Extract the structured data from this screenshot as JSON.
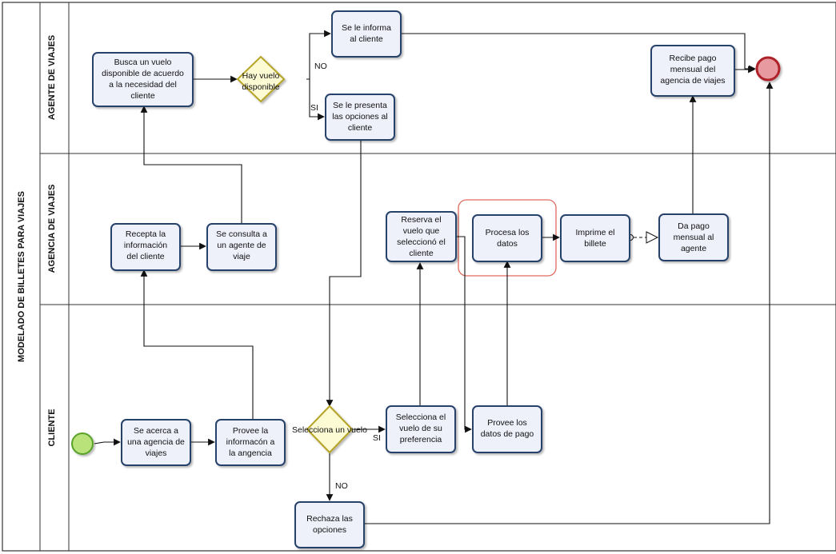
{
  "pool": {
    "title": "MODELADO DE BILLETES PARA VIAJES"
  },
  "lanes": [
    {
      "id": "agente",
      "title": "AGENTE DE VIAJES"
    },
    {
      "id": "agencia",
      "title": "AGENCIA DE VIAJES"
    },
    {
      "id": "cliente",
      "title": "CLIENTE"
    }
  ],
  "tasks": {
    "busca": [
      "Busca un vuelo",
      "disponible de acuerdo",
      "a la necesidad del",
      "cliente"
    ],
    "informa": [
      "Se le informa",
      "al cliente"
    ],
    "presenta": [
      "Se le presenta",
      "las opciones al",
      "cliente"
    ],
    "recibe": [
      "Recibe pago",
      "mensual del",
      "agencia de viajes"
    ],
    "recepta": [
      "Recepta la",
      "información",
      "del cliente"
    ],
    "consulta": [
      "Se consulta a",
      "un agente de",
      "viaje"
    ],
    "reserva": [
      "Reserva el",
      "vuelo que",
      "seleccionó el",
      "cliente"
    ],
    "procesa": [
      "Procesa los",
      "datos"
    ],
    "imprime": [
      "Imprime el",
      "billete"
    ],
    "dapago": [
      "Da pago",
      "mensual al",
      "agente"
    ],
    "acerca": [
      "Se acerca a",
      "una agencia de",
      "viajes"
    ],
    "provee_info": [
      "Provee la",
      "informacón a",
      "la angencia"
    ],
    "selecciona_vuelo": [
      "Selecciona el",
      "vuelo de su",
      "preferencia"
    ],
    "provee_pago": [
      "Provee los",
      "datos de pago"
    ],
    "rechaza": [
      "Rechaza las",
      "opciones"
    ]
  },
  "gateways": {
    "hay_vuelo": [
      "Hay vuelo",
      "disponible"
    ],
    "selecciona": [
      "Selecciona un vuelo"
    ]
  },
  "edge_labels": {
    "no_top": "NO",
    "si_top": "SI",
    "si_bottom": "SI",
    "no_bottom": "NO"
  },
  "colors": {
    "task_fill": "#eef0fa",
    "task_stroke": "#27426a",
    "gateway_fill": "#fdfbd4",
    "gateway_stroke": "#b6a428",
    "start_fill": "#b9e27a",
    "start_stroke": "#5aa22a",
    "end_fill": "#e79aa0",
    "end_stroke": "#b0202a",
    "highlight": "#e06a5e"
  }
}
